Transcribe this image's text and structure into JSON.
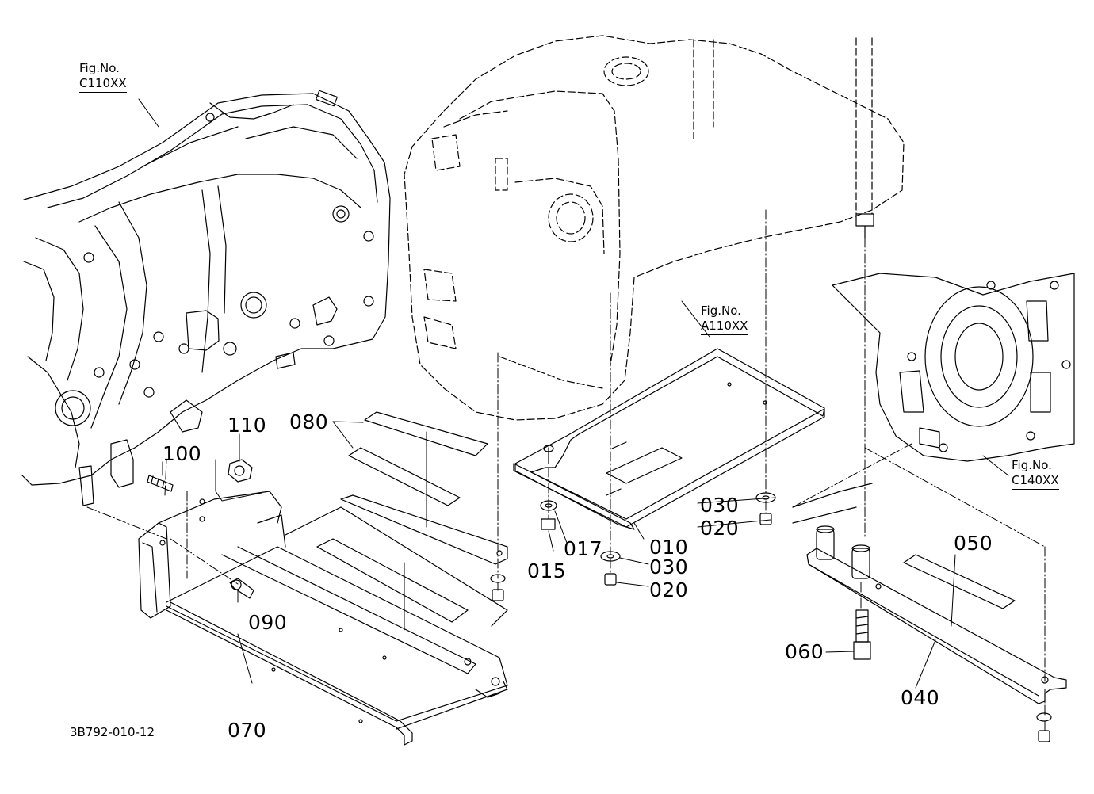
{
  "figure_refs": [
    {
      "prefix": "Fig.No.",
      "code": "C110XX"
    },
    {
      "prefix": "Fig.No.",
      "code": "A110XX"
    },
    {
      "prefix": "Fig.No.",
      "code": "C140XX"
    }
  ],
  "parts": [
    "110",
    "080",
    "100",
    "090",
    "070",
    "015",
    "017",
    "010",
    "030",
    "020",
    "030",
    "020",
    "060",
    "050",
    "040"
  ],
  "doc_id": "3B792-010-12",
  "colors": {
    "line": "#000000",
    "background": "#ffffff"
  }
}
